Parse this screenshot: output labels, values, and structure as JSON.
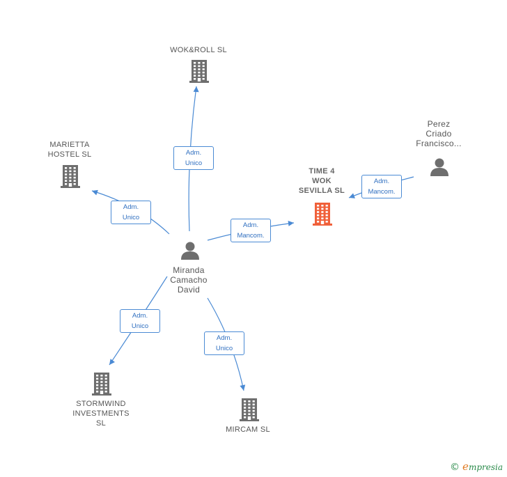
{
  "colors": {
    "edge": "#4a8ad4",
    "building": "#6e6e6e",
    "building_focus": "#f0603a",
    "person": "#6e6e6e"
  },
  "nodes": [
    {
      "id": "wokroll",
      "label": "WOK&ROLL  SL",
      "type": "company",
      "icon": "building-icon"
    },
    {
      "id": "marietta",
      "label": "MARIETTA\nHOSTEL  SL",
      "type": "company",
      "icon": "building-icon"
    },
    {
      "id": "time4wok",
      "label": "TIME 4\nWOK\nSEVILLA  SL",
      "type": "company-focus",
      "icon": "building-icon"
    },
    {
      "id": "perez",
      "label": "Perez\nCriado\nFrancisco...",
      "type": "person",
      "icon": "person-icon"
    },
    {
      "id": "miranda",
      "label": "Miranda\nCamacho\nDavid",
      "type": "person",
      "icon": "person-icon"
    },
    {
      "id": "stormwind",
      "label": "STORMWIND\nINVESTMENTS\nSL",
      "type": "company",
      "icon": "building-icon"
    },
    {
      "id": "mircam",
      "label": "MIRCAM SL",
      "type": "company",
      "icon": "building-icon"
    }
  ],
  "edges": [
    {
      "from": "miranda",
      "to": "wokroll",
      "label": [
        "Adm.",
        "Unico"
      ]
    },
    {
      "from": "miranda",
      "to": "marietta",
      "label": [
        "Adm.",
        "Unico"
      ]
    },
    {
      "from": "miranda",
      "to": "time4wok",
      "label": [
        "Adm.",
        "Mancom."
      ]
    },
    {
      "from": "perez",
      "to": "time4wok",
      "label": [
        "Adm.",
        "Mancom."
      ]
    },
    {
      "from": "miranda",
      "to": "stormwind",
      "label": [
        "Adm.",
        "Unico"
      ]
    },
    {
      "from": "miranda",
      "to": "mircam",
      "label": [
        "Adm.",
        "Unico"
      ]
    }
  ],
  "watermark": {
    "copyright": "©",
    "brand_initial": "e",
    "brand_rest": "mpresia"
  }
}
